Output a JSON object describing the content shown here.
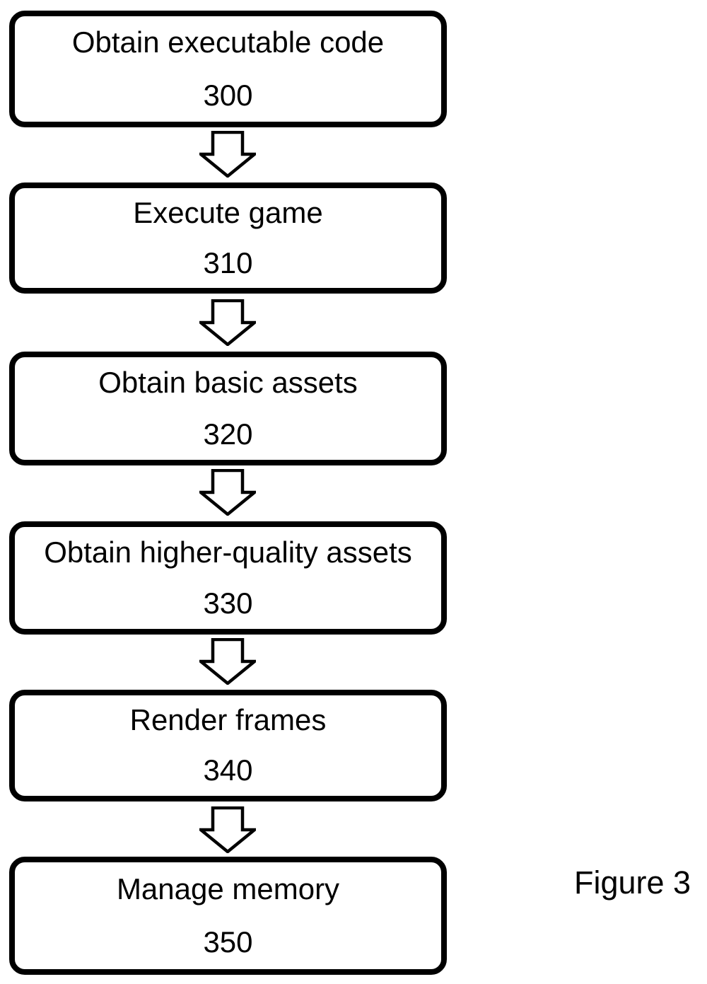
{
  "figure": {
    "caption": "Figure 3"
  },
  "flowchart": {
    "type": "vertical-flow",
    "colors": {
      "box_border": "#000000",
      "box_fill": "#ffffff",
      "text": "#000000",
      "arrow_outline": "#000000",
      "arrow_fill": "#ffffff"
    },
    "steps": [
      {
        "label": "Obtain executable code",
        "number": "300"
      },
      {
        "label": "Execute game",
        "number": "310"
      },
      {
        "label": "Obtain basic assets",
        "number": "320"
      },
      {
        "label": "Obtain higher-quality assets",
        "number": "330"
      },
      {
        "label": "Render frames",
        "number": "340"
      },
      {
        "label": "Manage memory",
        "number": "350"
      }
    ]
  }
}
